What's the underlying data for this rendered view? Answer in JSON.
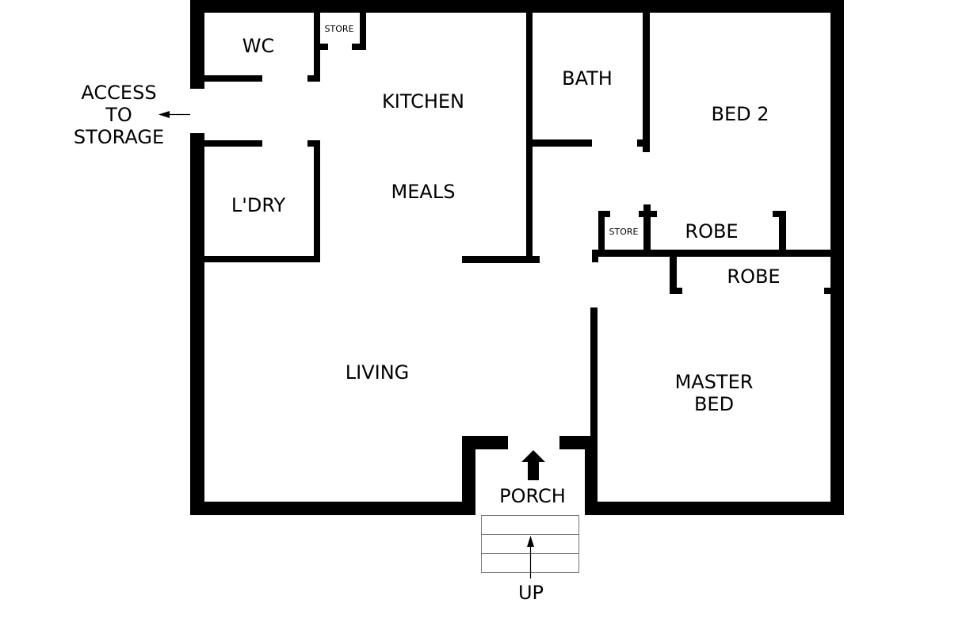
{
  "labels": {
    "wc": "WC",
    "store_top": "STORE",
    "kitchen": "KITCHEN",
    "meals": "MEALS",
    "bath": "BATH",
    "bed2": "BED 2",
    "access_line1": "ACCESS",
    "access_line2": "TO",
    "access_line3": "STORAGE",
    "laundry": "L'DRY",
    "store_mid": "STORE",
    "robe_1": "ROBE",
    "robe_2": "ROBE",
    "living": "LIVING",
    "master_line1": "MASTER",
    "master_line2": "BED",
    "porch": "PORCH",
    "up": "UP"
  }
}
